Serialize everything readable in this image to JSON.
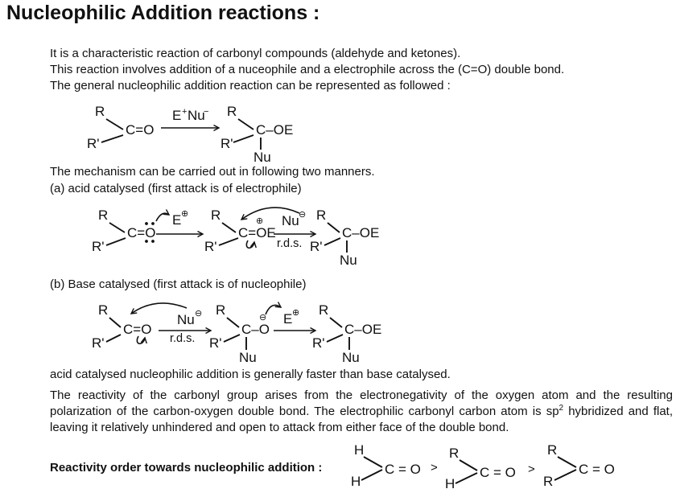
{
  "colors": {
    "text": "#111111",
    "background": "#ffffff"
  },
  "texts": {
    "title": "Nucleophilic Addition reactions :",
    "intro": [
      "It is a characteristic reaction of carbonyl compounds (aldehyde and ketones).",
      "This reaction involves addition of a nuceophile and a electrophile across the (C=O) double bond.",
      "The general nucleophilic addition reaction can be represented as followed :"
    ],
    "mechanism": "The mechanism can be carried out in following two manners.",
    "acid_heading": "(a) acid catalysed (first attack is of electrophile)",
    "base_heading": "(b) Base catalysed (first attack is of nucleophile)",
    "faster_note": "acid catalysed nucleophilic addition is generally faster than base catalysed.",
    "reactivity_p1": "The reactivity of the carbonyl group arises from the electronegativity of the oxygen atom and the resulting polarization of the carbon-oxygen double bond. The electrophilic carbonyl carbon atom is sp",
    "reactivity_sup": "2",
    "reactivity_p2": " hybridized and flat, leaving it relatively unhindered and open to attack from either face of the double bond.",
    "reactivity_order_label": "Reactivity order towards nucleophilic addition :"
  },
  "sym": {
    "R": "R",
    "Rp": "R'",
    "H": "H",
    "Nu": "Nu",
    "E": "E",
    "C_eq_O": "C=O",
    "C_OE": "C–OE",
    "C_eq_OE": "C=OE",
    "C_O": "C–O",
    "C_eq_O_sp": "C = O",
    "plus": "+",
    "minus": "−",
    "oplus": "⊕",
    "ominus": "⊖",
    "rds": "r.d.s.",
    "gt": ">"
  }
}
